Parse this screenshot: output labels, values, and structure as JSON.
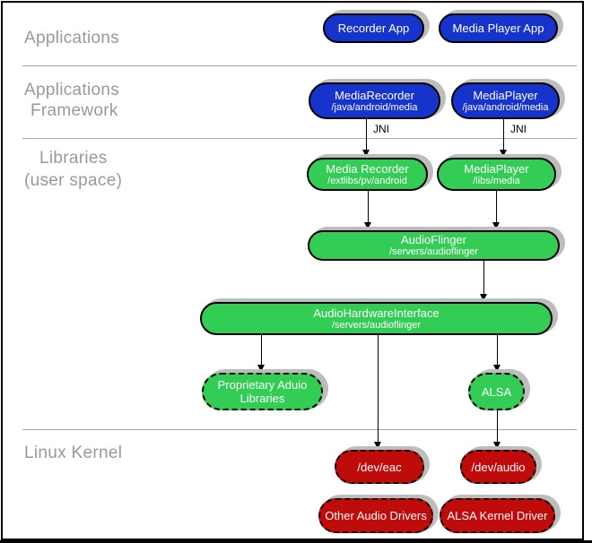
{
  "layers": {
    "applications": {
      "label": "Applications"
    },
    "framework": {
      "label_line1": "Applications",
      "label_line2": "Framework"
    },
    "libraries": {
      "label_line1": "Libraries",
      "label_line2": "(user space)"
    },
    "kernel": {
      "label": "Linux Kernel"
    }
  },
  "labels": {
    "jni": "JNI"
  },
  "boxes": {
    "recorder_app": {
      "title": "Recorder App"
    },
    "media_player_app": {
      "title": "Media Player App"
    },
    "media_recorder_fw": {
      "title": "MediaRecorder",
      "subtitle": "/java/android/media"
    },
    "media_player_fw": {
      "title": "MediaPlayer",
      "subtitle": "/java/android/media"
    },
    "media_recorder_lib": {
      "title": "Media Recorder",
      "subtitle": "/extlibs/pv/android"
    },
    "media_player_lib": {
      "title": "MediaPlayer",
      "subtitle": "/libs/media"
    },
    "audioflinger": {
      "title": "AudioFlinger",
      "subtitle": "/servers/audioflinger"
    },
    "audio_hardware_interface": {
      "title": "AudioHardwareInterface",
      "subtitle": "/servers/audioflinger"
    },
    "proprietary_audio_libraries": {
      "title_line1": "Proprietary Aduio",
      "title_line2": "Libraries"
    },
    "alsa": {
      "title": "ALSA"
    },
    "dev_eac": {
      "title": "/dev/eac"
    },
    "dev_audio": {
      "title": "/dev/audio"
    },
    "other_audio_drivers": {
      "title": "Other Audio Drivers"
    },
    "alsa_kernel_driver": {
      "title": "ALSA Kernel Driver"
    }
  },
  "colors": {
    "app_blue": "#1634cb",
    "lib_green": "#33cc55",
    "kernel_red": "#c00b0b",
    "shadow_gray": "#bdbdbd",
    "label_gray": "#999999",
    "divider_gray": "#a6a6a6"
  }
}
